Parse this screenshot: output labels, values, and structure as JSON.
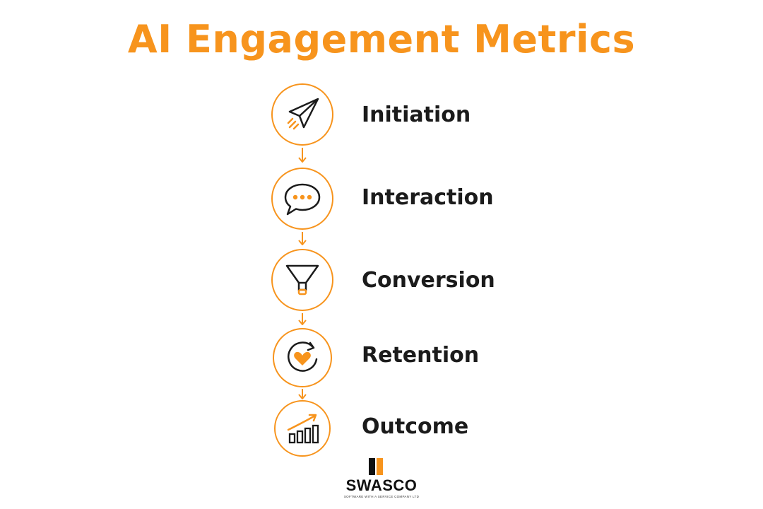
{
  "title": "AI Engagement Metrics",
  "accent_color": "#f7941d",
  "steps": [
    {
      "label": "Initiation",
      "icon": "paper-plane-icon"
    },
    {
      "label": "Interaction",
      "icon": "chat-bubble-icon"
    },
    {
      "label": "Conversion",
      "icon": "funnel-icon"
    },
    {
      "label": "Retention",
      "icon": "heart-refresh-icon"
    },
    {
      "label": "Outcome",
      "icon": "growth-chart-icon"
    }
  ],
  "logo": {
    "name": "SWASCO",
    "tagline": "SOFTWARE WITH A SERVICE COMPANY LTD"
  }
}
